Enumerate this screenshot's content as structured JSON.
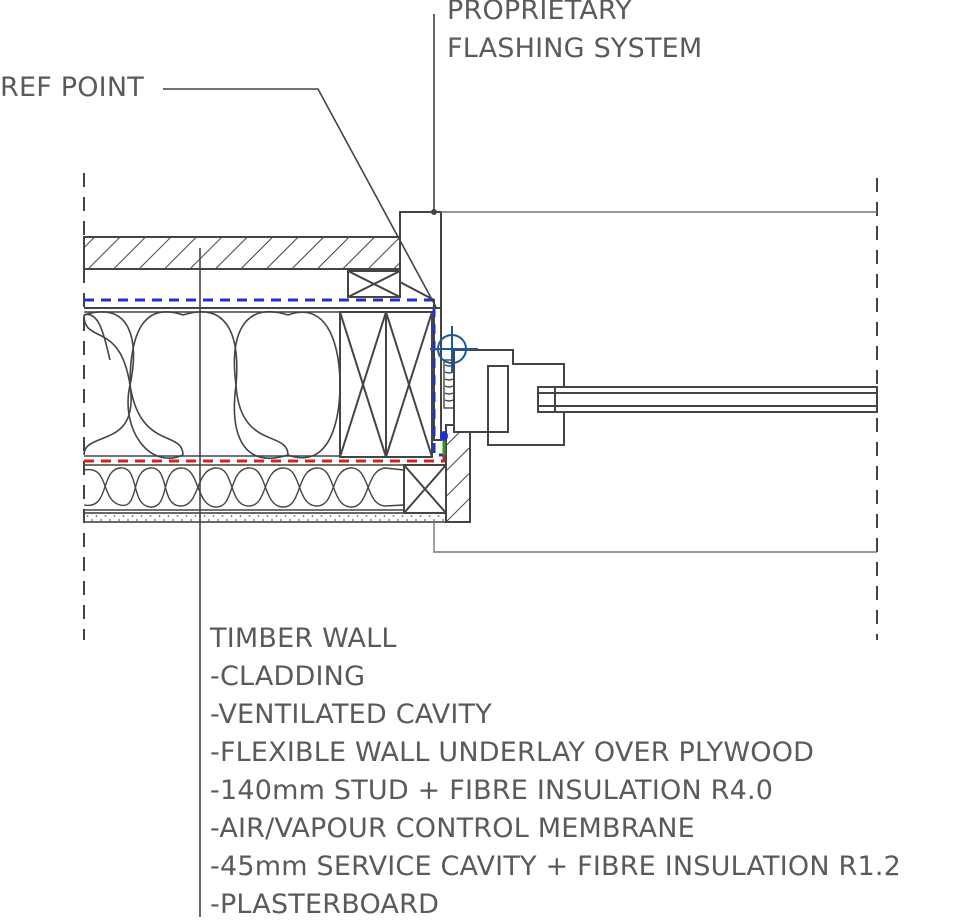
{
  "labels": {
    "flashing": [
      "PROPRIETARY",
      "FLASHING SYSTEM"
    ],
    "ref_point": "REF POINT",
    "wall_title": "TIMBER WALL",
    "wall_layers": [
      "-CLADDING",
      "-VENTILATED CAVITY",
      "-FLEXIBLE WALL UNDERLAY OVER PLYWOOD",
      "-140mm STUD + FIBRE INSULATION R4.0",
      "-AIR/VAPOUR CONTROL MEMBRANE",
      "-45mm SERVICE CAVITY + FIBRE INSULATION R1.2",
      "-PLASTERBOARD"
    ]
  },
  "colors": {
    "line": "#444444",
    "text": "#5a5a5a",
    "wind_barrier": "#1f2fd0",
    "vapour_control": "#d82020",
    "seal": "#2a9a2a",
    "ref_marker": "#1a5a9a"
  }
}
